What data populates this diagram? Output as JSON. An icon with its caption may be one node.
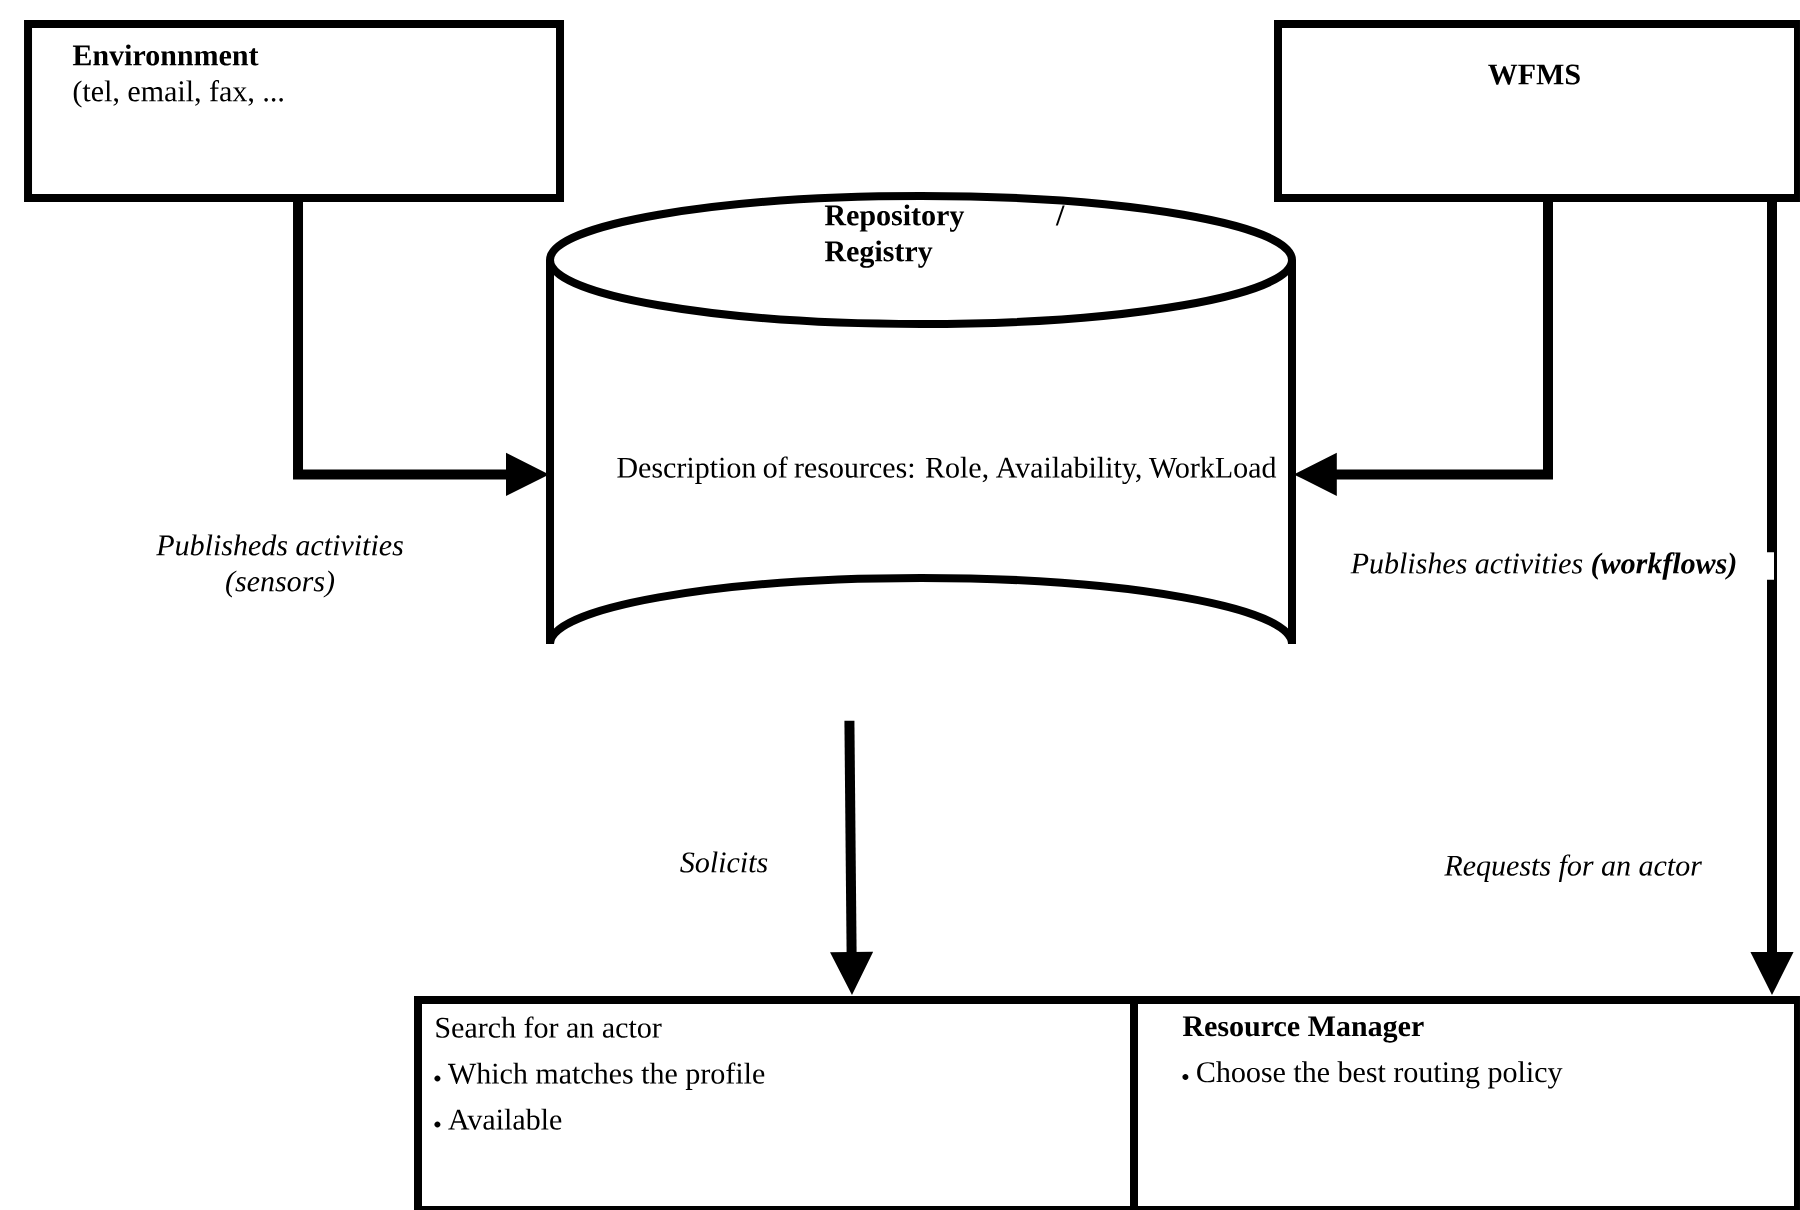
{
  "diagram": {
    "nodes": [
      {
        "text": [
          "Environnment",
          "(tel, email, fax, ..."
        ]
      },
      {
        "text": [
          "WFMS"
        ]
      },
      {
        "text": [
          "Repository / Registry",
          "Description of resources: Role, Availability, WorkLoad"
        ]
      },
      {
        "text": [
          "Search for an actor",
          "Which matches the profile",
          "Available"
        ]
      },
      {
        "text": [
          "Resource Manager",
          "Choose the best routing policy"
        ]
      }
    ],
    "edges": [
      {
        "from": 0,
        "to": 2,
        "arrow": "to",
        "label": "Publisheds activities (sensors)"
      },
      {
        "from": 1,
        "to": 2,
        "arrow": "to",
        "label": "Publishes activities **(workflows)**"
      },
      {
        "from": 2,
        "to": 3,
        "arrow": "to",
        "label": "Solicits"
      },
      {
        "from": 1,
        "to": 4,
        "arrow": "to",
        "label": "Requests for an actor"
      }
    ]
  }
}
